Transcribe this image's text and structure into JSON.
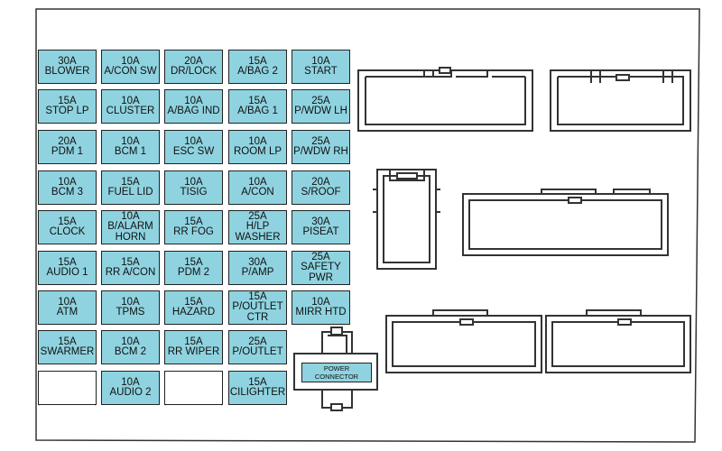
{
  "diagram": {
    "fuses": [
      {
        "amp": "30A",
        "label": "BLOWER"
      },
      {
        "amp": "10A",
        "label": "A/CON SW"
      },
      {
        "amp": "20A",
        "label": "DR/LOCK"
      },
      {
        "amp": "15A",
        "label": "A/BAG 2"
      },
      {
        "amp": "10A",
        "label": "START"
      },
      {
        "amp": "15A",
        "label": "STOP LP"
      },
      {
        "amp": "10A",
        "label": "CLUSTER"
      },
      {
        "amp": "10A",
        "label": "A/BAG IND"
      },
      {
        "amp": "15A",
        "label": "A/BAG 1"
      },
      {
        "amp": "25A",
        "label": "P/WDW LH"
      },
      {
        "amp": "20A",
        "label": "PDM 1"
      },
      {
        "amp": "10A",
        "label": "BCM 1"
      },
      {
        "amp": "10A",
        "label": "ESC SW"
      },
      {
        "amp": "10A",
        "label": "ROOM LP"
      },
      {
        "amp": "25A",
        "label": "P/WDW RH"
      },
      {
        "amp": "10A",
        "label": "BCM 3"
      },
      {
        "amp": "15A",
        "label": "FUEL LID"
      },
      {
        "amp": "10A",
        "label": "TISIG"
      },
      {
        "amp": "10A",
        "label": "A/CON"
      },
      {
        "amp": "20A",
        "label": "S/ROOF"
      },
      {
        "amp": "15A",
        "label": "CLOCK"
      },
      {
        "amp": "10A",
        "label": "B/ALARM\nHORN"
      },
      {
        "amp": "15A",
        "label": "RR FOG"
      },
      {
        "amp": "25A",
        "label": "H/LP\nWASHER"
      },
      {
        "amp": "30A",
        "label": "PISEAT"
      },
      {
        "amp": "15A",
        "label": "AUDIO 1"
      },
      {
        "amp": "15A",
        "label": "RR A/CON"
      },
      {
        "amp": "15A",
        "label": "PDM 2"
      },
      {
        "amp": "30A",
        "label": "P/AMP"
      },
      {
        "amp": "25A",
        "label": "SAFETY\nPWR"
      },
      {
        "amp": "10A",
        "label": "ATM"
      },
      {
        "amp": "10A",
        "label": "TPMS"
      },
      {
        "amp": "15A",
        "label": "HAZARD"
      },
      {
        "amp": "15A",
        "label": "P/OUTLET\nCTR"
      },
      {
        "amp": "10A",
        "label": "MIRR HTD"
      },
      {
        "amp": "15A",
        "label": "SWARMER"
      },
      {
        "amp": "10A",
        "label": "BCM 2"
      },
      {
        "amp": "15A",
        "label": "RR WIPER"
      },
      {
        "amp": "25A",
        "label": "P/OUTLET"
      },
      {
        "amp": "10A",
        "label": "AUDIO 2"
      },
      {
        "amp": "15A",
        "label": "CILIGHTER"
      }
    ],
    "power_connector_label": "POWER\nCONNECTOR",
    "colors": {
      "fuse_fill": "#8fd3e0",
      "outline": "#222222",
      "background": "#ffffff"
    }
  }
}
